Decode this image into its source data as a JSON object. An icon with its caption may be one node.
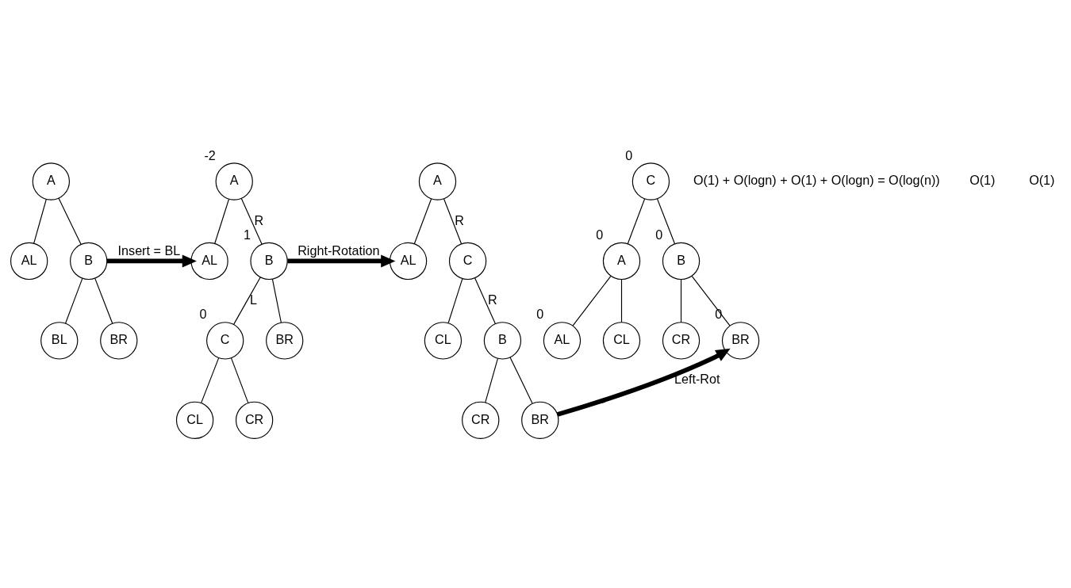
{
  "diagram": {
    "nodes": [
      {
        "text": [
          "A"
        ]
      },
      {
        "text": [
          "AL"
        ]
      },
      {
        "text": [
          "B"
        ]
      },
      {
        "text": [
          "BL"
        ]
      },
      {
        "text": [
          "BR"
        ]
      },
      {
        "text": [
          "A"
        ],
        "beside": [
          "-2"
        ]
      },
      {
        "text": [
          "AL"
        ]
      },
      {
        "text": [
          "B"
        ],
        "beside": [
          "1"
        ]
      },
      {
        "text": [
          "C"
        ],
        "beside": [
          "0"
        ]
      },
      {
        "text": [
          "BR"
        ]
      },
      {
        "text": [
          "CL"
        ]
      },
      {
        "text": [
          "CR"
        ]
      },
      {
        "text": [
          "A"
        ]
      },
      {
        "text": [
          "AL"
        ]
      },
      {
        "text": [
          "C"
        ]
      },
      {
        "text": [
          "CL"
        ]
      },
      {
        "text": [
          "B"
        ]
      },
      {
        "text": [
          "CR"
        ]
      },
      {
        "text": [
          "BR"
        ]
      },
      {
        "text": [
          "C"
        ],
        "beside": [
          "0"
        ]
      },
      {
        "text": [
          "A"
        ],
        "beside": [
          "0"
        ]
      },
      {
        "text": [
          "B"
        ],
        "beside": [
          "0"
        ]
      },
      {
        "text": [
          "AL"
        ],
        "beside": [
          "0"
        ]
      },
      {
        "text": [
          "CL"
        ]
      },
      {
        "text": [
          "CR"
        ]
      },
      {
        "text": [
          "BR"
        ],
        "beside": [
          "0"
        ]
      }
    ],
    "edges": [
      {
        "from": 0,
        "to": 1,
        "arrow": "none"
      },
      {
        "from": 0,
        "to": 2,
        "arrow": "none"
      },
      {
        "from": 2,
        "to": 3,
        "arrow": "none"
      },
      {
        "from": 2,
        "to": 4,
        "arrow": "none"
      },
      {
        "from": 2,
        "to": 6,
        "arrow": "to",
        "label": "Insert = BL",
        "style": "thick"
      },
      {
        "from": 5,
        "to": 6,
        "arrow": "none"
      },
      {
        "from": 5,
        "to": 7,
        "arrow": "none",
        "label": "R"
      },
      {
        "from": 7,
        "to": 8,
        "arrow": "none",
        "label": "L"
      },
      {
        "from": 7,
        "to": 9,
        "arrow": "none"
      },
      {
        "from": 8,
        "to": 10,
        "arrow": "none"
      },
      {
        "from": 8,
        "to": 11,
        "arrow": "none"
      },
      {
        "from": 7,
        "to": 13,
        "arrow": "to",
        "label": "Right-Rotation",
        "style": "thick"
      },
      {
        "from": 12,
        "to": 13,
        "arrow": "none"
      },
      {
        "from": 12,
        "to": 14,
        "arrow": "none",
        "label": "R"
      },
      {
        "from": 14,
        "to": 15,
        "arrow": "none"
      },
      {
        "from": 14,
        "to": 16,
        "arrow": "none",
        "label": "R"
      },
      {
        "from": 16,
        "to": 17,
        "arrow": "none"
      },
      {
        "from": 16,
        "to": 18,
        "arrow": "none"
      },
      {
        "from": 18,
        "to": 25,
        "arrow": "to",
        "label": "Left-Rot",
        "style": "thick"
      },
      {
        "from": 19,
        "to": 20,
        "arrow": "none"
      },
      {
        "from": 19,
        "to": 21,
        "arrow": "none"
      },
      {
        "from": 20,
        "to": 22,
        "arrow": "none"
      },
      {
        "from": 20,
        "to": 23,
        "arrow": "none"
      },
      {
        "from": 21,
        "to": 24,
        "arrow": "none"
      },
      {
        "from": 21,
        "to": 25,
        "arrow": "none"
      }
    ],
    "labels": [
      "O(1) + O(logn) + O(1) + O(logn) = O(log(n))",
      "O(1)",
      "O(1)"
    ]
  }
}
